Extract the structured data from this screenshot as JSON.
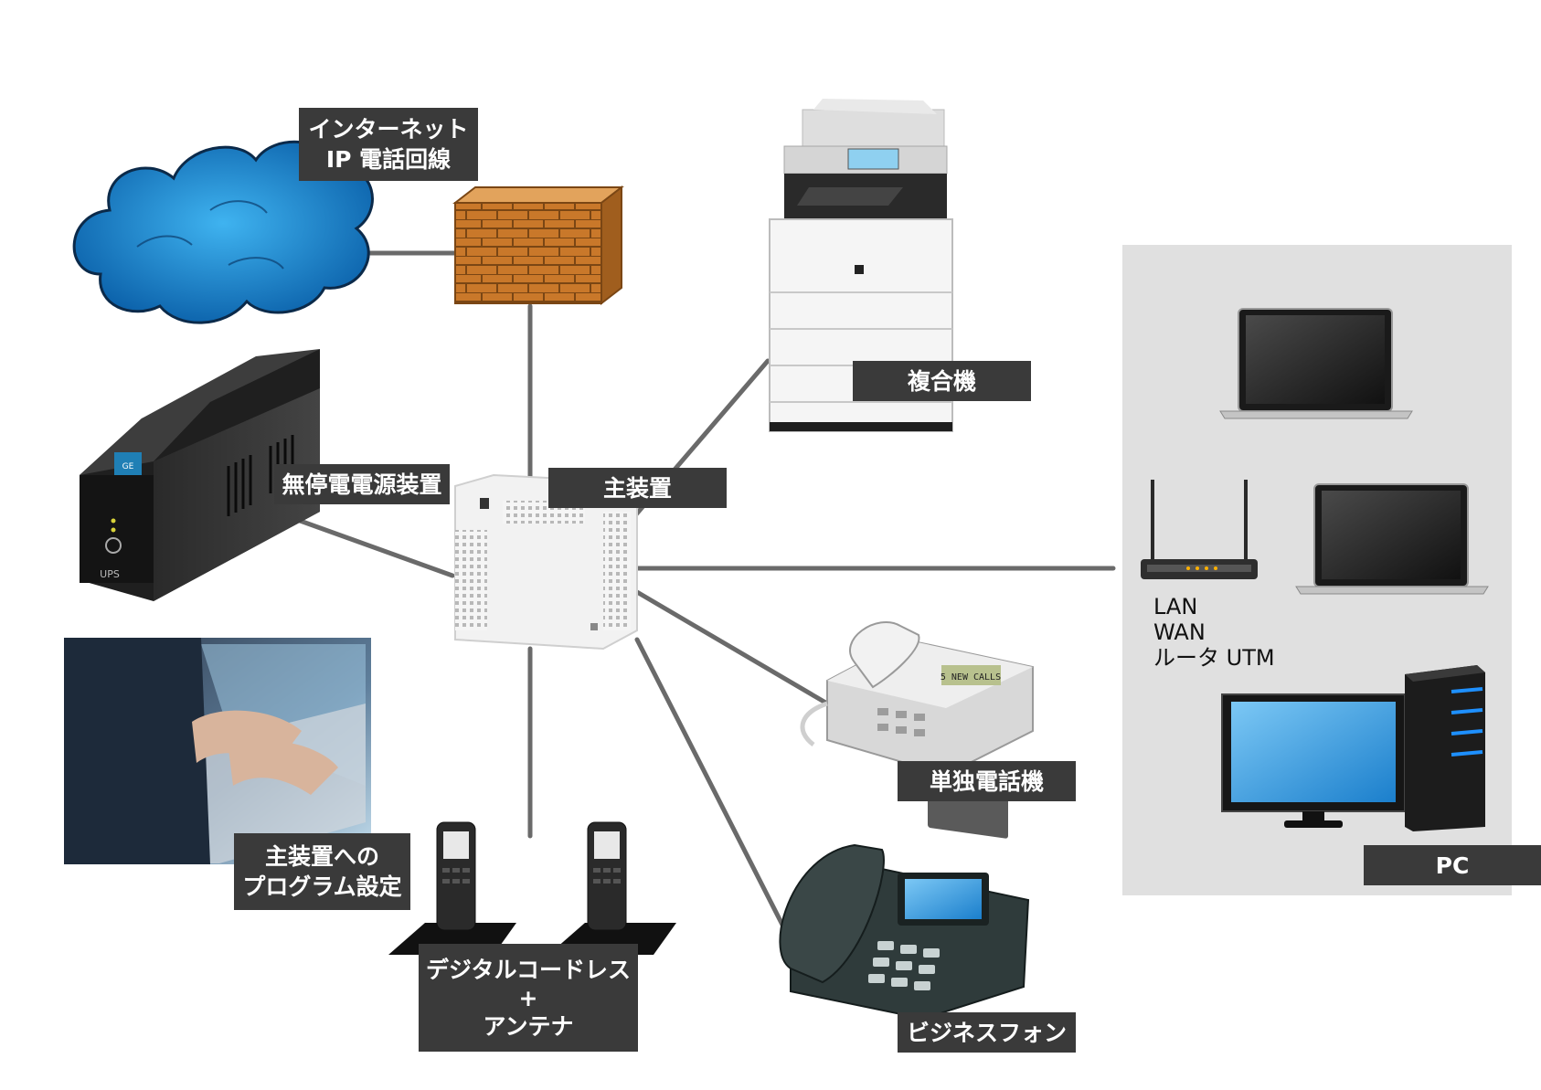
{
  "labels": {
    "internet": "インターネット\nIP 電話回線",
    "ups": "無停電電源装置",
    "main_unit": "主装置",
    "mfp": "複合機",
    "programming": "主装置への\nプログラム設定",
    "cordless": "デジタルコードレス\n+\nアンテナ",
    "single_phone": "単独電話機",
    "business_phone": "ビジネスフォン",
    "pc": "PC",
    "router": "LAN\nWAN\nルータ  UTM"
  },
  "devices": {
    "ups_badge": "UPS",
    "phone_display": "5 NEW CALLS",
    "ups_screen": "GE"
  },
  "colors": {
    "label_bg": "#3a3a3a",
    "cloud": "#1a8fd8",
    "brick": "#c87a2c",
    "lan_panel": "#e0e0e0",
    "cable": "#6a6a6a"
  }
}
